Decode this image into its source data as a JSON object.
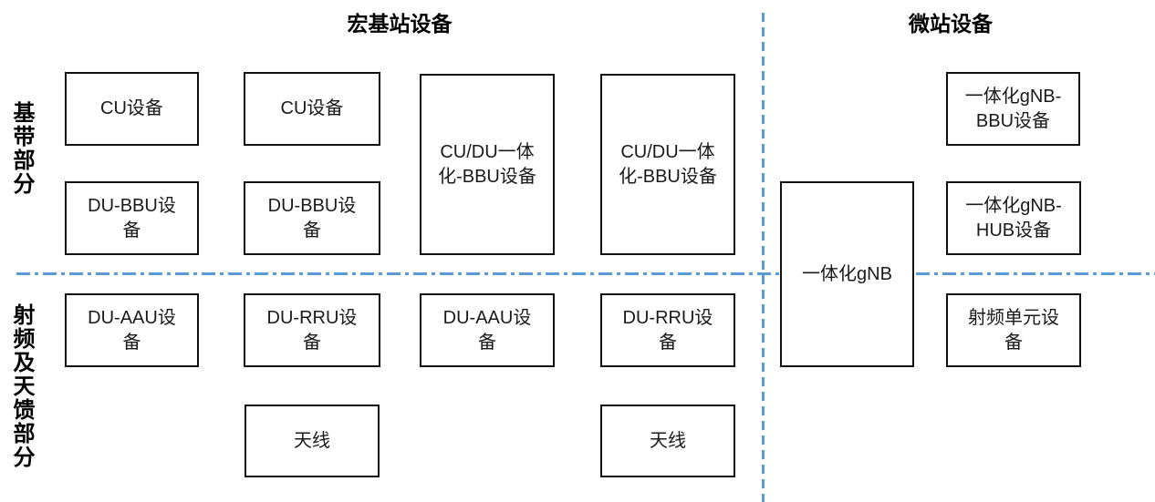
{
  "titles": {
    "macro": "宏基站设备",
    "micro": "微站设备"
  },
  "row_labels": {
    "baseband": "基带部分",
    "rf": "射频及天馈部分"
  },
  "colors": {
    "divider_blue": "#5B9BD5",
    "box_border": "#111111",
    "text": "#1a1a1a",
    "background": "#ffffff"
  },
  "macro_section": {
    "boxes": [
      {
        "id": "cu-1",
        "label": "CU设备"
      },
      {
        "id": "cu-2",
        "label": "CU设备"
      },
      {
        "id": "cudu-bbu-1",
        "label": "CU/DU一体\n化-BBU设备"
      },
      {
        "id": "cudu-bbu-2",
        "label": "CU/DU一体\n化-BBU设备"
      },
      {
        "id": "du-bbu-1",
        "label": "DU-BBU设\n备"
      },
      {
        "id": "du-bbu-2",
        "label": "DU-BBU设\n备"
      },
      {
        "id": "du-aau-1",
        "label": "DU-AAU设\n备"
      },
      {
        "id": "du-rru-1",
        "label": "DU-RRU设\n备"
      },
      {
        "id": "du-aau-2",
        "label": "DU-AAU设\n备"
      },
      {
        "id": "du-rru-2",
        "label": "DU-RRU设\n备"
      },
      {
        "id": "antenna-1",
        "label": "天线"
      },
      {
        "id": "antenna-2",
        "label": "天线"
      }
    ]
  },
  "micro_section": {
    "boxes": [
      {
        "id": "gnb",
        "label": "一体化gNB"
      },
      {
        "id": "gnb-bbu",
        "label": "一体化gNB-\nBBU设备"
      },
      {
        "id": "gnb-hub",
        "label": "一体化gNB-\nHUB设备"
      },
      {
        "id": "rf-unit",
        "label": "射频单元设\n备"
      }
    ]
  }
}
